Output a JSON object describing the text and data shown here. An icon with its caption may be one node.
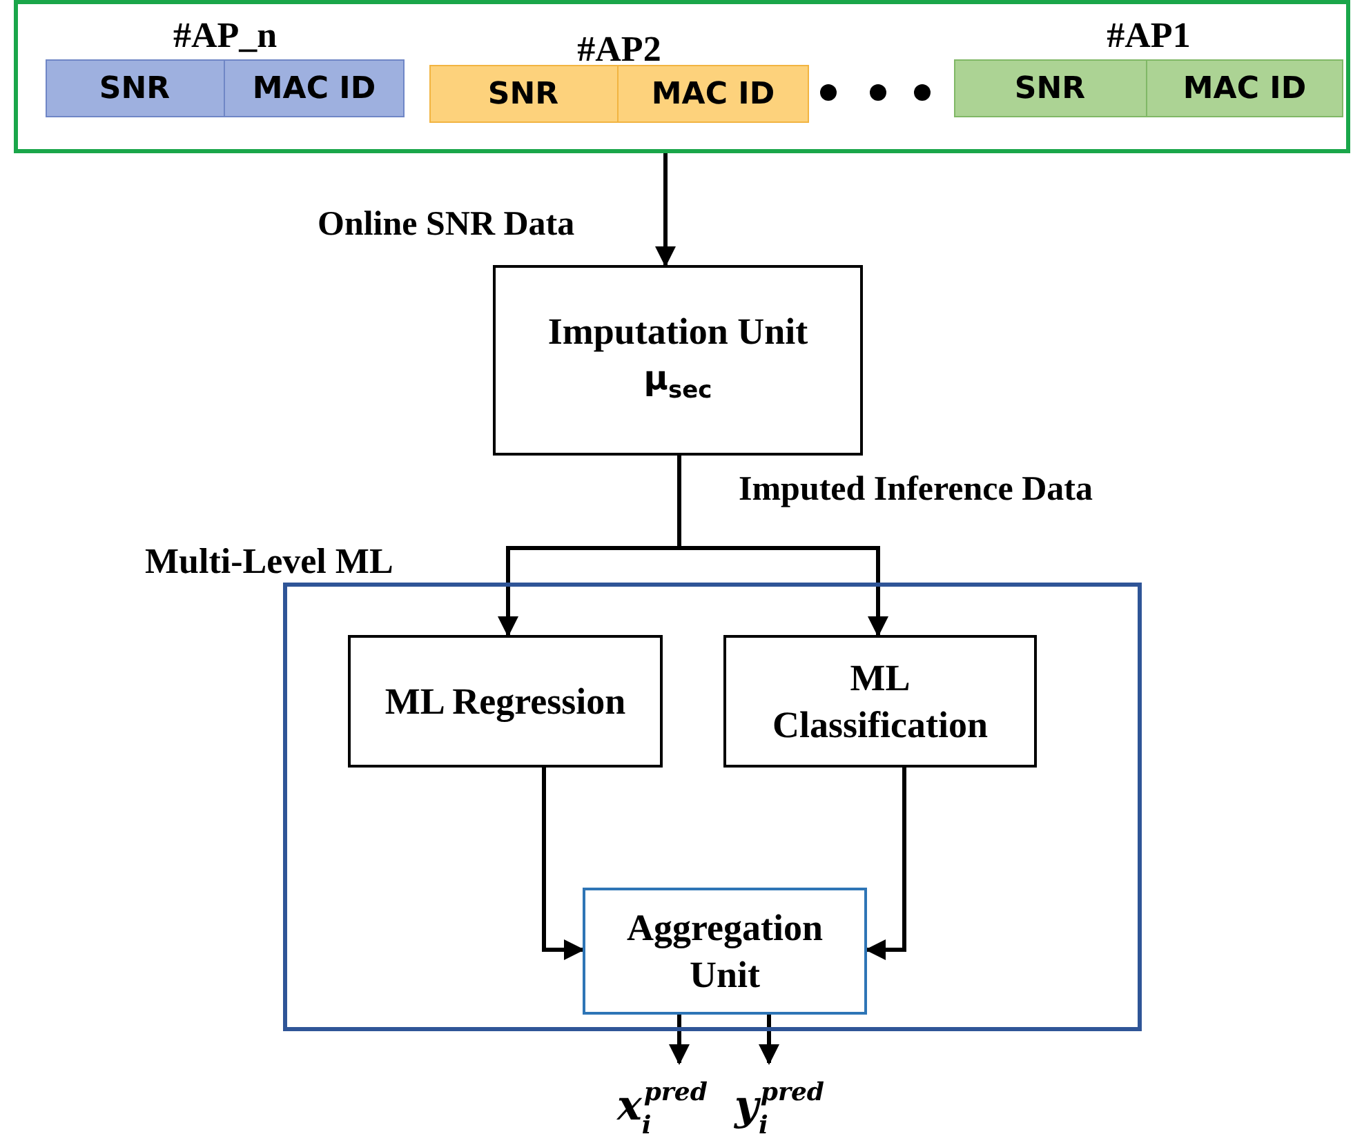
{
  "diagram": {
    "nodes": [
      {
        "text": [],
        "shape": "box"
      },
      {
        "text": [
          "#AP_n"
        ],
        "in": 0
      },
      {
        "text": [
          "SNR"
        ],
        "in": 1
      },
      {
        "text": [
          "MAC ID"
        ],
        "in": 1
      },
      {
        "text": [
          "#AP2"
        ],
        "in": 0
      },
      {
        "text": [
          "SNR"
        ],
        "in": 4
      },
      {
        "text": [
          "MAC ID"
        ],
        "in": 4
      },
      {
        "text": [
          "#AP1"
        ],
        "in": 0
      },
      {
        "text": [
          "SNR"
        ],
        "in": 7
      },
      {
        "text": [
          "MAC ID"
        ],
        "in": 7
      },
      {
        "text": [
          "Imputation Unit",
          "μ$_{sec}$"
        ]
      },
      {
        "text": [
          "Multi-Level ML"
        ]
      },
      {
        "text": [
          "ML Regression"
        ],
        "in": 11
      },
      {
        "text": [
          "ML Classification"
        ],
        "in": 11
      },
      {
        "text": [
          "Aggregation Unit"
        ],
        "in": 11
      },
      {
        "text": [
          "x$_{i}$$^{pred}$"
        ]
      },
      {
        "text": [
          "y$_{i}$$^{pred}$"
        ]
      }
    ],
    "edges": [
      {
        "from": 0,
        "to": 10,
        "arrow": "to",
        "label": "Online SNR Data"
      },
      {
        "from": 10,
        "to": 12,
        "arrow": "to",
        "label": "Imputed Inference Data"
      },
      {
        "from": 10,
        "to": 13,
        "arrow": "to"
      },
      {
        "from": 12,
        "to": 14,
        "arrow": "to"
      },
      {
        "from": 13,
        "to": 14,
        "arrow": "to"
      },
      {
        "from": 14,
        "to": 15,
        "arrow": "to"
      },
      {
        "from": 14,
        "to": 16,
        "arrow": "to"
      }
    ]
  }
}
